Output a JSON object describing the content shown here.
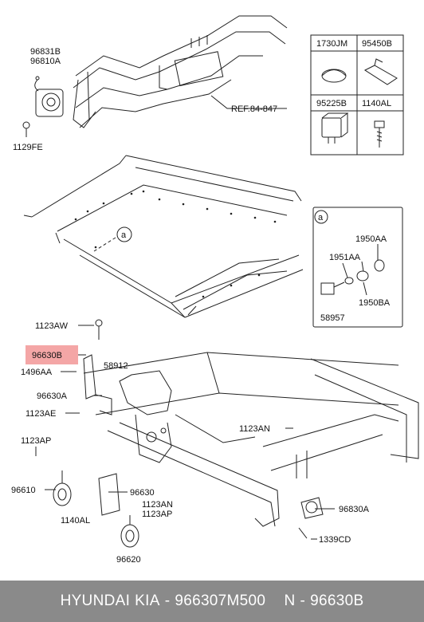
{
  "colors": {
    "highlight": "#f4a6a6",
    "footer_bg": "#8a8a8a"
  },
  "labels": {
    "p96831B": "96831B",
    "p96810A": "96810A",
    "p1129FE": "1129FE",
    "ref": "REF.84-847",
    "p1123AW": "1123AW",
    "p96630B": "96630B",
    "p1496AA": "1496AA",
    "p58912": "58912",
    "p96630A": "96630A",
    "p1123AE": "1123AE",
    "p1123AP_left": "1123AP",
    "p96610": "96610",
    "p1140AL": "1140AL",
    "p96630": "96630",
    "p1123AN_mid": "1123AN",
    "p1123AP_mid": "1123AP",
    "p96620": "96620",
    "p1123AN_right": "1123AN",
    "p96830A": "96830A",
    "p1339CD": "1339CD",
    "callout_a": "a"
  },
  "parts_table": {
    "cells": [
      "1730JM",
      "95450B",
      "95225B",
      "1140AL"
    ]
  },
  "detail_a": {
    "badge": "a",
    "p1950AA": "1950AA",
    "p1951AA": "1951AA",
    "p1950BA": "1950BA",
    "p58957": "58957"
  },
  "footer": {
    "brand": "HYUNDAI",
    "make": "KIA",
    "sep": "-",
    "part_number": "966307M500",
    "n": "N",
    "code": "96630B"
  }
}
